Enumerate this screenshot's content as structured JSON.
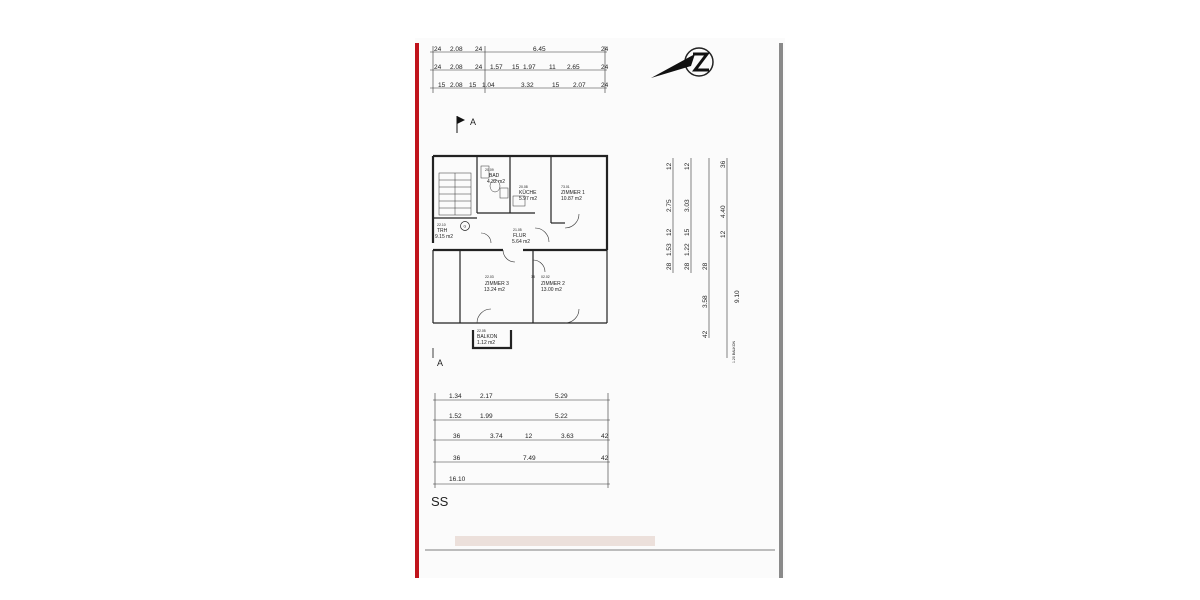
{
  "top_dims": {
    "row1": [
      "24",
      "2.08",
      "24",
      "6.45",
      "24"
    ],
    "row2": [
      "24",
      "2.08",
      "24",
      "1.57",
      "15",
      "1.97",
      "11",
      "2.65",
      "24"
    ],
    "row3": [
      "15",
      "2.08",
      "15",
      "1.04",
      "3.32",
      "15",
      "2.07",
      "24"
    ]
  },
  "section_mark": "A",
  "rooms": {
    "bad": {
      "num": "20.09",
      "name": "BAD",
      "area": "4.32 m2"
    },
    "kueche": {
      "num": "20.08",
      "name": "KÜCHE",
      "area": "5.97 m2"
    },
    "zimmer1": {
      "num": "73.01",
      "name": "ZIMMER 1",
      "area": "10.87 m2"
    },
    "trh": {
      "num": "22.10",
      "name": "TRH",
      "area": "9.15 m2"
    },
    "flur": {
      "num": "21.05",
      "name": "FLUR",
      "area": "5.64 m2"
    },
    "zimmer3": {
      "num": "22.03",
      "name": "ZIMMER 3",
      "area": "13.24 m2"
    },
    "zimmer2": {
      "num": "02.02",
      "name": "ZIMMER 2",
      "area": "13.00 m2"
    },
    "balkon": {
      "num": "22.05",
      "name": "BALKON",
      "area": "1.12 m2"
    }
  },
  "door_mark": "38",
  "gas_symbol": "G",
  "right_dims": {
    "col1": [
      "28",
      "1.53",
      "12",
      "2.75",
      "12"
    ],
    "col2": [
      "28",
      "1.22",
      "15",
      "3.03",
      "12"
    ],
    "col3": [
      "28",
      "3.58",
      "42"
    ],
    "col4": [
      "12",
      "4.40",
      "36"
    ],
    "total": "9.10",
    "balkon": "1.20 BALKON"
  },
  "bottom_dims": {
    "row1": [
      "1.34",
      "2.17",
      "5.29"
    ],
    "row2": [
      "1.52",
      "1.99",
      "5.22"
    ],
    "row3": [
      "36",
      "3.74",
      "12",
      "3.63",
      "42"
    ],
    "row4": [
      "36",
      "7.49",
      "42"
    ],
    "row5": [
      "16.10"
    ]
  },
  "floor_label": "SS",
  "colors": {
    "margin_red": "#c0141c",
    "ink": "#222222"
  }
}
